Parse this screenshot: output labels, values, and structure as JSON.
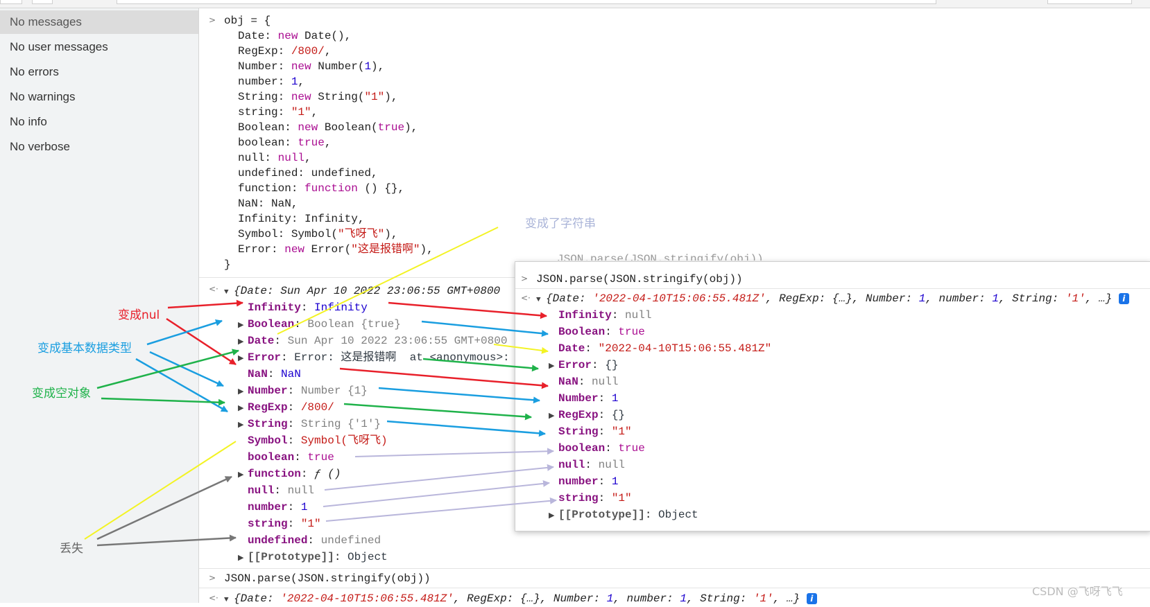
{
  "sidebar": {
    "items": [
      {
        "label": "No messages"
      },
      {
        "label": "No user messages"
      },
      {
        "label": "No errors"
      },
      {
        "label": "No warnings"
      },
      {
        "label": "No info"
      },
      {
        "label": "No verbose"
      }
    ]
  },
  "console": {
    "input_obj": {
      "open": "obj = {",
      "date_key": "Date: ",
      "date_new": "new",
      "date_ctor": " Date(),",
      "regexp_key": "RegExp: ",
      "regexp_val": "/800/",
      "regexp_end": ",",
      "Number_key": "Number: ",
      "Number_new": "new",
      "Number_ctor": " Number(",
      "Number_arg": "1",
      "Number_end": "),",
      "number_key": "number: ",
      "number_val": "1",
      "number_end": ",",
      "String_key": "String: ",
      "String_new": "new",
      "String_ctor": " String(",
      "String_arg": "\"1\"",
      "String_end": "),",
      "string_key": "string: ",
      "string_val": "\"1\"",
      "string_end": ",",
      "Boolean_key": "Boolean: ",
      "Boolean_new": "new",
      "Boolean_ctor": " Boolean(",
      "Boolean_arg": "true",
      "Boolean_end": "),",
      "boolean_key": "boolean: ",
      "boolean_val": "true",
      "boolean_end": ",",
      "null_key": "null: ",
      "null_val": "null",
      "null_end": ",",
      "undefined_line": "undefined: undefined,",
      "function_key": "function: ",
      "function_kw": "function",
      "function_end": " () {},",
      "nan_line": "NaN: NaN,",
      "infinity_line": "Infinity: Infinity,",
      "symbol_key": "Symbol: Symbol(",
      "symbol_arg": "\"飞呀飞\"",
      "symbol_end": "),",
      "error_key": "Error: ",
      "error_new": "new",
      "error_ctor": " Error(",
      "error_arg": "\"这是报错啊\"",
      "error_end": "),",
      "close": "}"
    },
    "output_obj": {
      "summary": "{Date: Sun Apr 10 2022 23:06:55 GMT+0800",
      "props": [
        {
          "key": "Infinity",
          "sep": ": ",
          "val": "Infinity"
        },
        {
          "key": "Boolean",
          "sep": ": ",
          "val": "Boolean {true}"
        },
        {
          "key": "Date",
          "sep": ": ",
          "val": "Sun Apr 10 2022 23:06:55 GMT+0800"
        },
        {
          "key": "Error",
          "sep": ": ",
          "val": "Error: 这是报错啊  at <anonymous>:"
        },
        {
          "key": "NaN",
          "sep": ": ",
          "val": "NaN"
        },
        {
          "key": "Number",
          "sep": ": ",
          "val": "Number {1}"
        },
        {
          "key": "RegExp",
          "sep": ": ",
          "val": "/800/"
        },
        {
          "key": "String",
          "sep": ": ",
          "val": "String {'1'}"
        },
        {
          "key": "Symbol",
          "sep": ": ",
          "val": "Symbol(飞呀飞)"
        },
        {
          "key": "boolean",
          "sep": ": ",
          "val": "true"
        },
        {
          "key": "function",
          "sep": ": ",
          "val": "ƒ ()"
        },
        {
          "key": "null",
          "sep": ": ",
          "val": "null"
        },
        {
          "key": "number",
          "sep": ": ",
          "val": "1"
        },
        {
          "key": "string",
          "sep": ": ",
          "val": "\"1\""
        },
        {
          "key": "undefined",
          "sep": ": ",
          "val": "undefined"
        },
        {
          "key": "[[Prototype]]",
          "sep": ": ",
          "val": "Object"
        }
      ]
    },
    "input_json": "JSON.parse(JSON.stringify(obj))",
    "output_json": {
      "s1": "{Date: ",
      "s2": "'2022-04-10T15:06:55.481Z'",
      "s3": ", RegExp: ",
      "s4": "{…}",
      "s5": ", Number: ",
      "s6": "1",
      "s7": ", number: ",
      "s8": "1",
      "s9": ", String: ",
      "s10": "'1'",
      "s11": ", …}"
    },
    "info_icon": "i"
  },
  "popup": {
    "truncated_top": "JSON.parse(JSON.stringify(obj))",
    "input": "JSON.parse(JSON.stringify(obj))",
    "summary": {
      "s1": "{Date: ",
      "s2": "'2022-04-10T15:06:55.481Z'",
      "s3": ", RegExp: ",
      "s4": "{…}",
      "s5": ", Number: ",
      "s6": "1",
      "s7": ", number: ",
      "s8": "1",
      "s9": ", String: ",
      "s10": "'1'",
      "s11": ", …}"
    },
    "props": [
      {
        "key": "Infinity",
        "sep": ": ",
        "val": "null"
      },
      {
        "key": "Boolean",
        "sep": ": ",
        "val": "true"
      },
      {
        "key": "Date",
        "sep": ": ",
        "val": "\"2022-04-10T15:06:55.481Z\""
      },
      {
        "key": "Error",
        "sep": ": ",
        "val": "{}"
      },
      {
        "key": "NaN",
        "sep": ": ",
        "val": "null"
      },
      {
        "key": "Number",
        "sep": ": ",
        "val": "1"
      },
      {
        "key": "RegExp",
        "sep": ": ",
        "val": "{}"
      },
      {
        "key": "String",
        "sep": ": ",
        "val": "\"1\""
      },
      {
        "key": "boolean",
        "sep": ": ",
        "val": "true"
      },
      {
        "key": "null",
        "sep": ": ",
        "val": "null"
      },
      {
        "key": "number",
        "sep": ": ",
        "val": "1"
      },
      {
        "key": "string",
        "sep": ": ",
        "val": "\"1\""
      },
      {
        "key": "[[Prototype]]",
        "sep": ": ",
        "val": "Object"
      }
    ]
  },
  "annotations": {
    "to_string": "变成了字符串",
    "to_null": "变成nul",
    "to_primitive": "变成基本数据类型",
    "to_empty": "变成空对象",
    "lost": "丢失"
  },
  "colors": {
    "red": "#e8202a",
    "blue": "#1a9ee0",
    "green": "#1fb24a",
    "yellow": "#f3f324",
    "gray": "#777777",
    "lavender": "#b9b6db"
  },
  "watermark": "CSDN @飞呀飞飞"
}
